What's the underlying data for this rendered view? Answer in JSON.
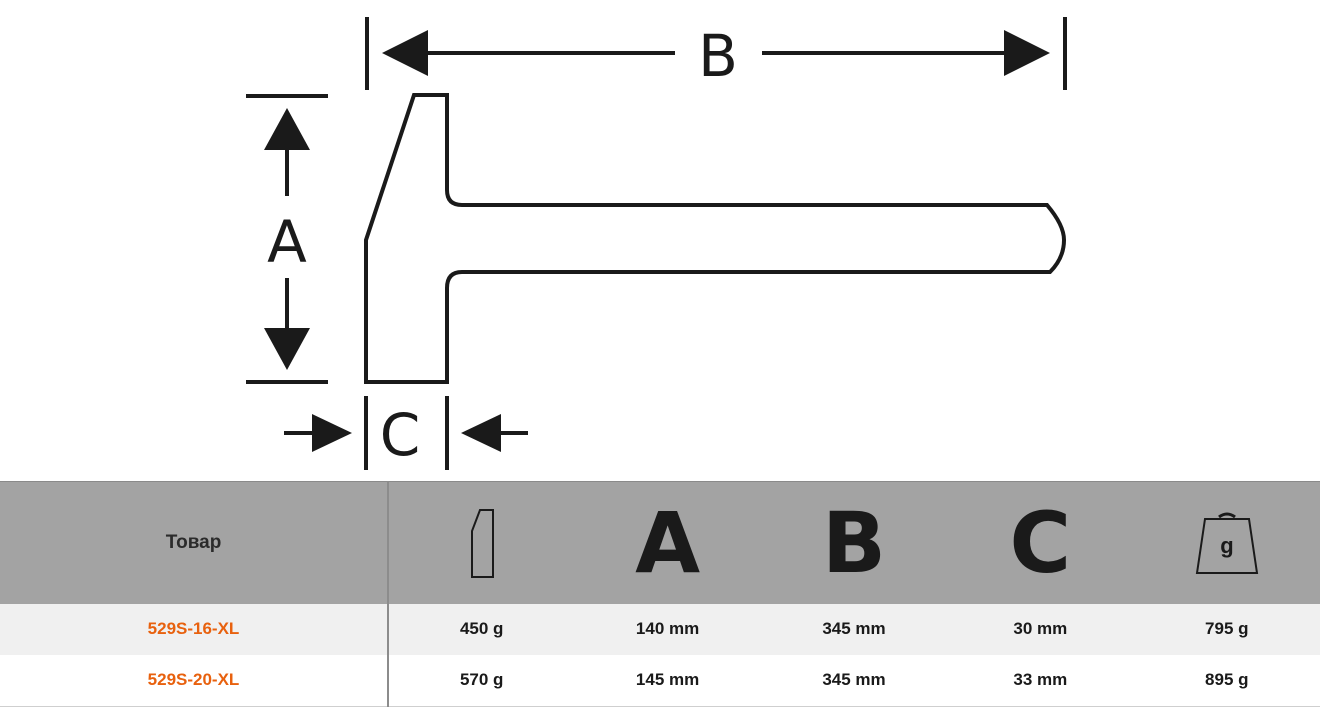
{
  "diagram": {
    "label_a": "A",
    "label_b": "B",
    "label_c": "C"
  },
  "table": {
    "header": {
      "product": "Товар",
      "col_a": "A",
      "col_b": "B",
      "col_c": "C",
      "weight_icon_text": "g",
      "icons": [
        "hammer-head-icon",
        "weight-icon"
      ]
    },
    "rows": [
      {
        "sku": "529S-16-XL",
        "head_weight": "450 g",
        "a": "140 mm",
        "b": "345 mm",
        "c": "30 mm",
        "total_weight": "795 g"
      },
      {
        "sku": "529S-20-XL",
        "head_weight": "570 g",
        "a": "145 mm",
        "b": "345 mm",
        "c": "33 mm",
        "total_weight": "895 g"
      }
    ]
  },
  "colors": {
    "sku": "#e8610e",
    "header_bg": "#a3a3a3",
    "row_alt_bg": "#f0f0f0",
    "ink": "#1a1a1a"
  }
}
